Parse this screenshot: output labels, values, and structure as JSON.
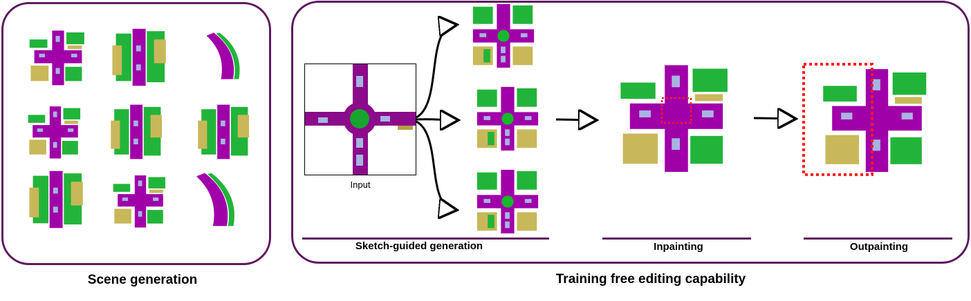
{
  "captions": {
    "left": "Scene generation",
    "right": "Training free editing capability"
  },
  "sections": {
    "sketch": "Sketch-guided generation",
    "inpainting": "Inpainting",
    "outpainting": "Outpainting"
  },
  "input_label": "Input",
  "colors": {
    "road": "#a000a8",
    "vegetation": "#22b43a",
    "building": "#c8b85a",
    "car": "#a7b4e0",
    "frame": "#5e1a5e",
    "edit_box": "#ff1a1a"
  }
}
